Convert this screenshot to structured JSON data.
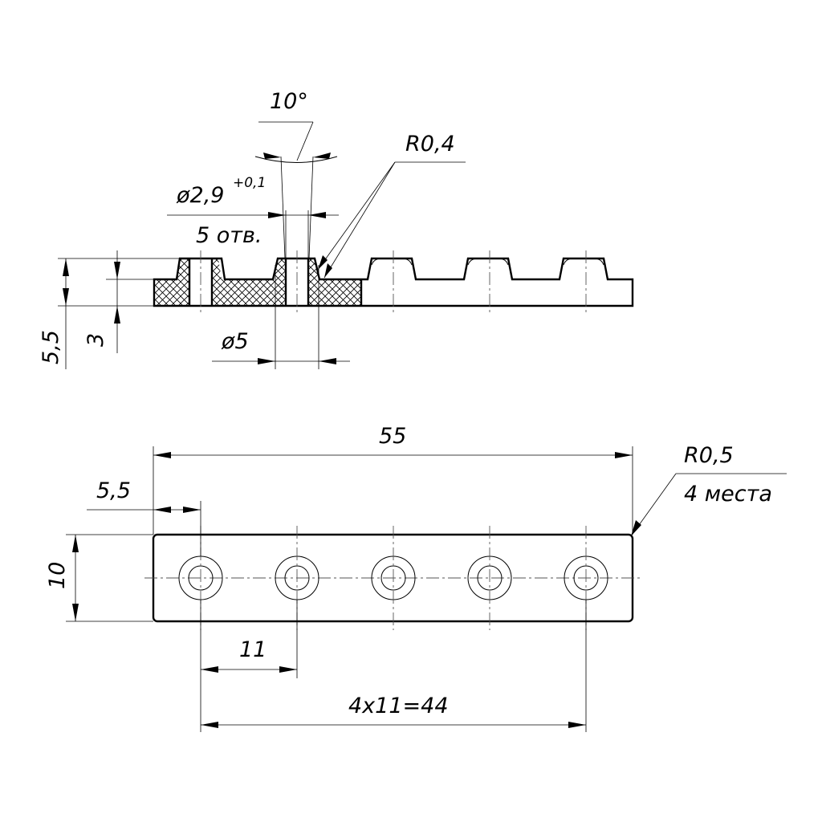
{
  "section_view": {
    "angle_label": "10°",
    "radius_label": "R0,4",
    "bore_diameter_label": "ø2,9",
    "bore_tolerance_label": "+0,1",
    "holes_count_label": "5 отв.",
    "boss_diameter_label": "ø5",
    "total_height_label": "5,5",
    "base_height_label": "3"
  },
  "plan_view": {
    "length_label": "55",
    "corner_radius_label": "R0,5",
    "corner_count_label": "4 места",
    "edge_offset_label": "5,5",
    "width_label": "10",
    "pitch_label": "11",
    "total_pitch_label": "4x11=44"
  }
}
